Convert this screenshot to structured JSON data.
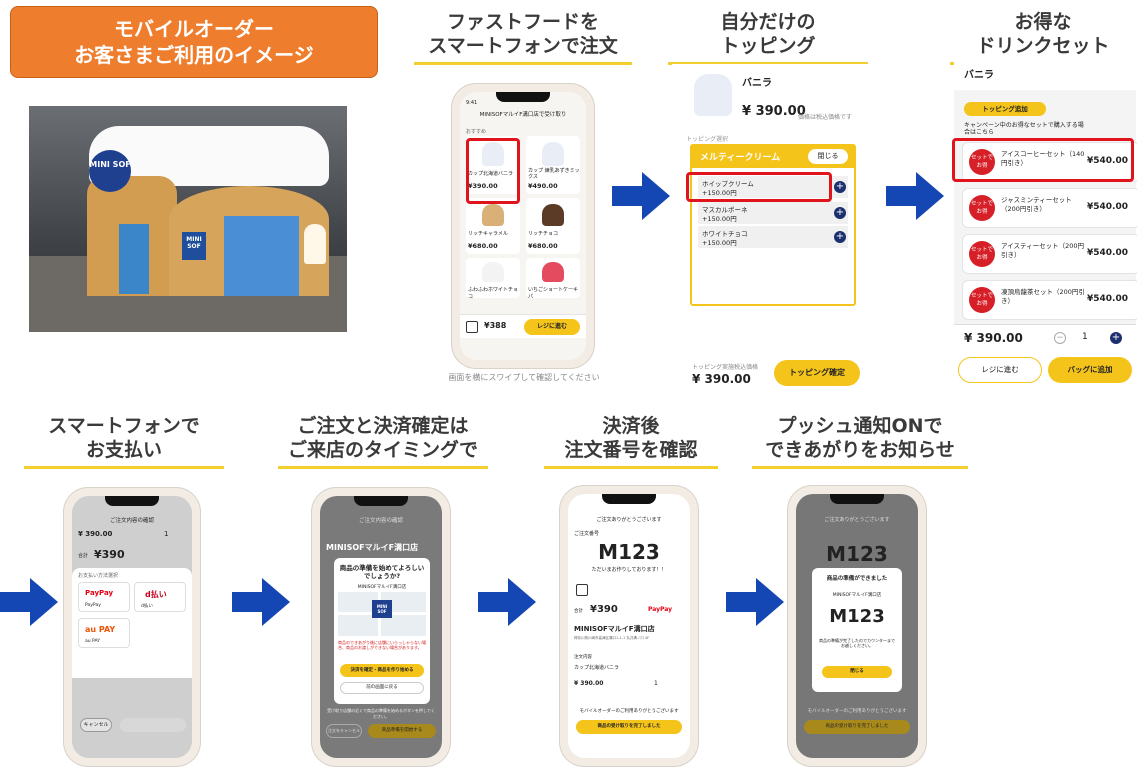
{
  "header": {
    "line1": "モバイルオーダー",
    "line2": "お客さまご利用のイメージ"
  },
  "captions": {
    "c1": [
      "ファストフードを",
      "スマートフォンで注文"
    ],
    "c2": [
      "自分だけの",
      "トッピング"
    ],
    "c3": [
      "お得な",
      "ドリンクセット"
    ],
    "c4": [
      "スマートフォンで",
      "お支払い"
    ],
    "c5": [
      "ご注文と決済確定は",
      "ご来店のタイミングで"
    ],
    "c6": [
      "決済後",
      "注文番号を確認"
    ],
    "c7": [
      "プッシュ通知ONで",
      "できあがりをお知らせ"
    ]
  },
  "store": {
    "sign": "MINI SOF",
    "brand": "MINI SOF"
  },
  "menu": {
    "time": "9:41",
    "shop": "MINISOFマルイF溝口店で受け取り",
    "section": "おすすめ",
    "items": [
      {
        "name": "カップ北海道バニラ",
        "price": "¥390.00"
      },
      {
        "name": "カップ 練乳あずきミックス",
        "price": "¥490.00"
      },
      {
        "name": "リッチキャラメル",
        "price": "¥680.00"
      },
      {
        "name": "リッチチョコ",
        "price": "¥680.00"
      },
      {
        "name": "ふわふわホワイトチョコ",
        "price": ""
      },
      {
        "name": "いちごショートケーキパ",
        "price": ""
      }
    ],
    "total": "¥388",
    "checkout": "レジに進む",
    "hint": "画面を横にスワイプして確認してください"
  },
  "topping": {
    "name": "バニラ",
    "price": "¥ 390.00",
    "tax": "価格は税込価格です",
    "section": "トッピング選択",
    "group": "メルティークリーム",
    "close": "閉じる",
    "options": [
      {
        "name": "ホイップクリーム",
        "price": "+150.00円"
      },
      {
        "name": "マスカルポーネ",
        "price": "+150.00円"
      },
      {
        "name": "ホワイトチョコ",
        "price": "+150.00円"
      }
    ],
    "footer_label": "トッピング実施税込価格",
    "footer_price": "¥ 390.00",
    "confirm": "トッピング確定"
  },
  "drink": {
    "name": "バニラ",
    "add_topping": "トッピング追加",
    "campaign": "キャンペーン中のお得なセットで購入する場合はこちら",
    "badge": "セットでお得",
    "sets": [
      {
        "name": "アイスコーヒーセット（140円引き）",
        "price": "¥540.00"
      },
      {
        "name": "ジャスミンティーセット（200円引き）",
        "price": "¥540.00"
      },
      {
        "name": "アイスティーセット（200円引き）",
        "price": "¥540.00"
      },
      {
        "name": "凍頂烏龍茶セット（200円引き）",
        "price": "¥540.00"
      }
    ],
    "total": "¥ 390.00",
    "qty": "1",
    "to_register": "レジに進む",
    "add_bag": "バッグに追加"
  },
  "pay": {
    "title": "ご注文内容の確認",
    "price1": "¥ 390.00",
    "qty": "1",
    "total_label": "合計",
    "total": "¥390",
    "section": "お支払い方法選択",
    "methods": [
      {
        "name": "PayPay",
        "sub": "PayPay"
      },
      {
        "name": "d払い",
        "sub": "d払い"
      },
      {
        "name": "au PAY",
        "sub": "au PAY"
      }
    ],
    "cancel": "キャンセル"
  },
  "confirm": {
    "title": "ご注文内容の確認",
    "shop": "MINISOFマルイF溝口店",
    "modal_title": "商品の準備を始めてよろしいでしょうか?",
    "modal_shop": "MINISOFマルイF溝口店",
    "map_sign": "MINI SOF",
    "warning": "商品のできあがり後に店舗にいらっしゃらない場合、商品のお渡しができない場合があります。",
    "ok": "決済を確定・商品を作り始める",
    "back": "前の画面に戻る",
    "note": "受け取り店舗の近くで商品の準備を始めるボタンを押してください。",
    "bottom_left": "注文をキャンセル",
    "bottom_right": "商品準備を開始する"
  },
  "number": {
    "thanks": "ご注文ありがとうございます",
    "label": "ご注文番号",
    "code": "M123",
    "wait": "ただいまお作りしております！！",
    "total_label": "合計",
    "total": "¥390",
    "paypay": "PayPay",
    "shop": "MINISOFマルイF溝口店",
    "address": "神奈川県川崎市高津区溝口1-1-1 丸井溝ノ口 4F",
    "detail_label": "注文内容",
    "item": "カップ北海道バニラ",
    "item_price": "¥ 390.00",
    "item_qty": "1",
    "thanks2": "モバイルオーダーのご利用ありがとうございます",
    "button": "商品の受け取りを完了しました"
  },
  "notify": {
    "thanks": "ご注文ありがとうございます",
    "code": "M123",
    "modal_title": "商品の準備ができました",
    "modal_shop": "MINISOFマルイF溝口店",
    "modal_code": "M123",
    "modal_msg": "商品の準備が完了したのでカウンターまでお越しください。",
    "close": "閉じる",
    "footer": "モバイルオーダーのご利用ありがとうございます",
    "button": "商品の受け取りを完了しました"
  },
  "colors": {
    "accent": "#f5c41b",
    "title_bg": "#ef7d2e",
    "arrow": "#1446b4",
    "highlight": "#e0141c"
  }
}
